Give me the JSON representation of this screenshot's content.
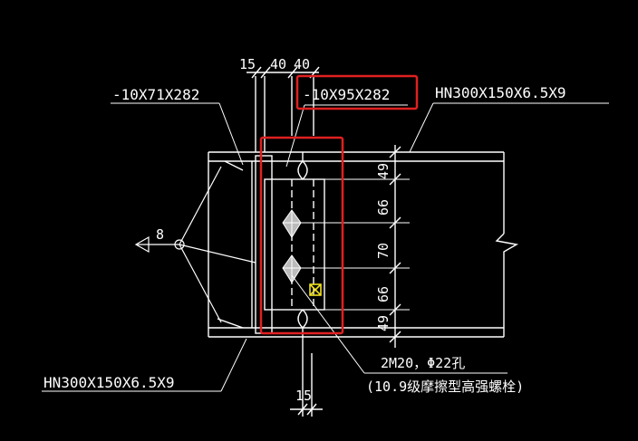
{
  "drawing": {
    "plate_left_label": "-10X71X282",
    "plate_right_label": "-10X95X282",
    "beam_top_label": "HN300X150X6.5X9",
    "beam_bottom_label": "HN300X150X6.5X9",
    "dim_top": [
      "15",
      "40",
      "40"
    ],
    "dim_bottom": "15",
    "dim_vertical": [
      "49",
      "66",
      "70",
      "66",
      "49"
    ],
    "weld_size": "8",
    "bolt_spec_line1": "2M20，Φ22孔",
    "bolt_spec_line2": "(10.9级摩擦型高强螺栓)"
  },
  "colors": {
    "background": "#000000",
    "line": "#ffffff",
    "highlight": "#e02020",
    "snap_marker": "#f0e020"
  }
}
